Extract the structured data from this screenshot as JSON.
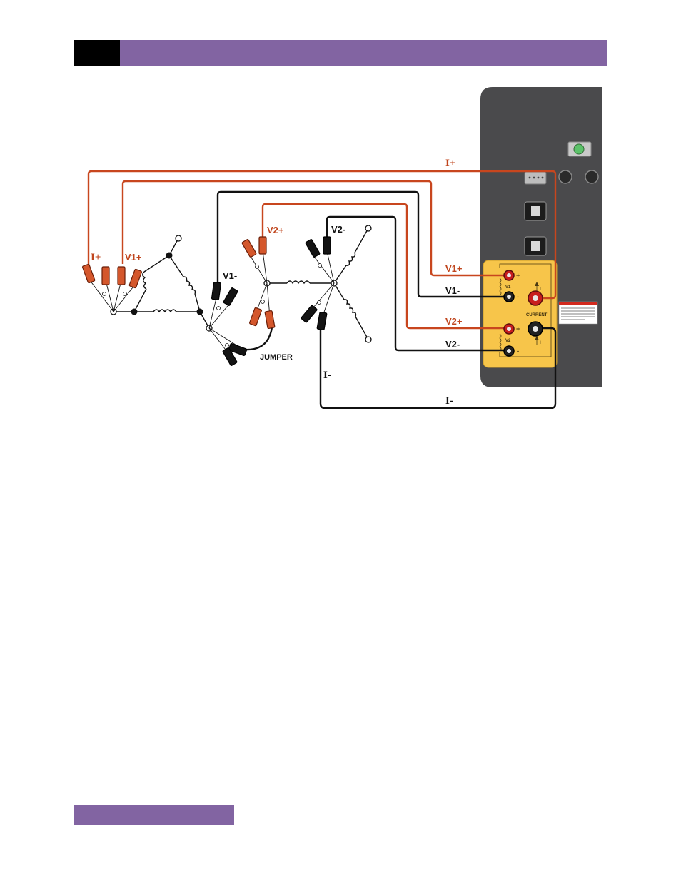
{
  "colors": {
    "header_purple": "#8264a2",
    "wire_red": "#c8461e",
    "wire_black": "#111111",
    "clip_red": "#d4572c",
    "panel_gray": "#4a4a4c",
    "panel_yellow": "#f7c54a",
    "label_red": "#c0461e"
  },
  "diagram": {
    "wire_labels": {
      "i_plus_top": "I+",
      "v1_plus_right": "V1+",
      "v1_minus_right": "V1-",
      "v2_plus_right": "V2+",
      "v2_minus_right": "V2-",
      "i_minus_bottom": "I-",
      "i_minus_left": "I-"
    },
    "clip_labels": {
      "i_plus": "I+",
      "v1_plus": "V1+",
      "v1_minus": "V1-",
      "v2_plus": "V2+",
      "v2_minus": "V2-",
      "jumper": "JUMPER"
    },
    "panel_labels": {
      "current": "CURRENT",
      "v1": "V1",
      "v2": "V2",
      "i_upper": "I",
      "i_lower": "I",
      "plus_v1": "+",
      "minus_v1": "-",
      "plus_v2": "+",
      "minus_v2": "-"
    }
  }
}
